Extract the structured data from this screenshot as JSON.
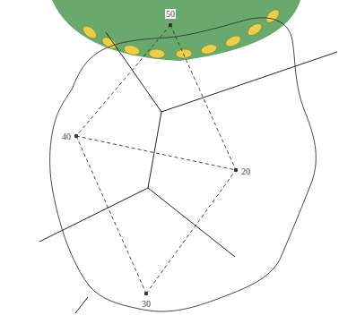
{
  "diagram": {
    "labels": [
      "50",
      "40",
      "20",
      "30"
    ]
  }
}
